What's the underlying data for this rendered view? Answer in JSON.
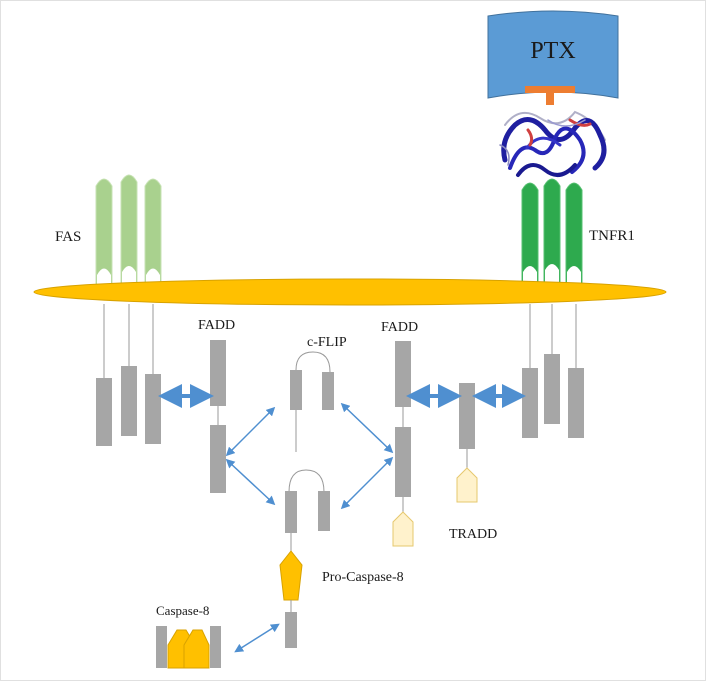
{
  "labels": {
    "ptx": "PTX",
    "fas": "FAS",
    "tnfr1": "TNFR1",
    "fadd_left": "FADD",
    "fadd_right": "FADD",
    "c_flip": "c-FLIP",
    "tradd": "TRADD",
    "pro_caspase_8": "Pro-Caspase-8",
    "caspase_8": "Caspase-8"
  },
  "colors": {
    "membrane": "#FFC000",
    "fas_receptor": "#A9D18E",
    "tnfr1_receptor": "#2EAA4E",
    "domain_gray": "#A6A6A6",
    "ptx_block": "#5B9BD5",
    "inhibitor_bar": "#ED7D31",
    "protein_blue": "#1F1FA0",
    "interaction_arrow": "#4F8FD0",
    "pro_caspase": "#FFC000",
    "tradd_pentagon": "#FFF2CC"
  }
}
